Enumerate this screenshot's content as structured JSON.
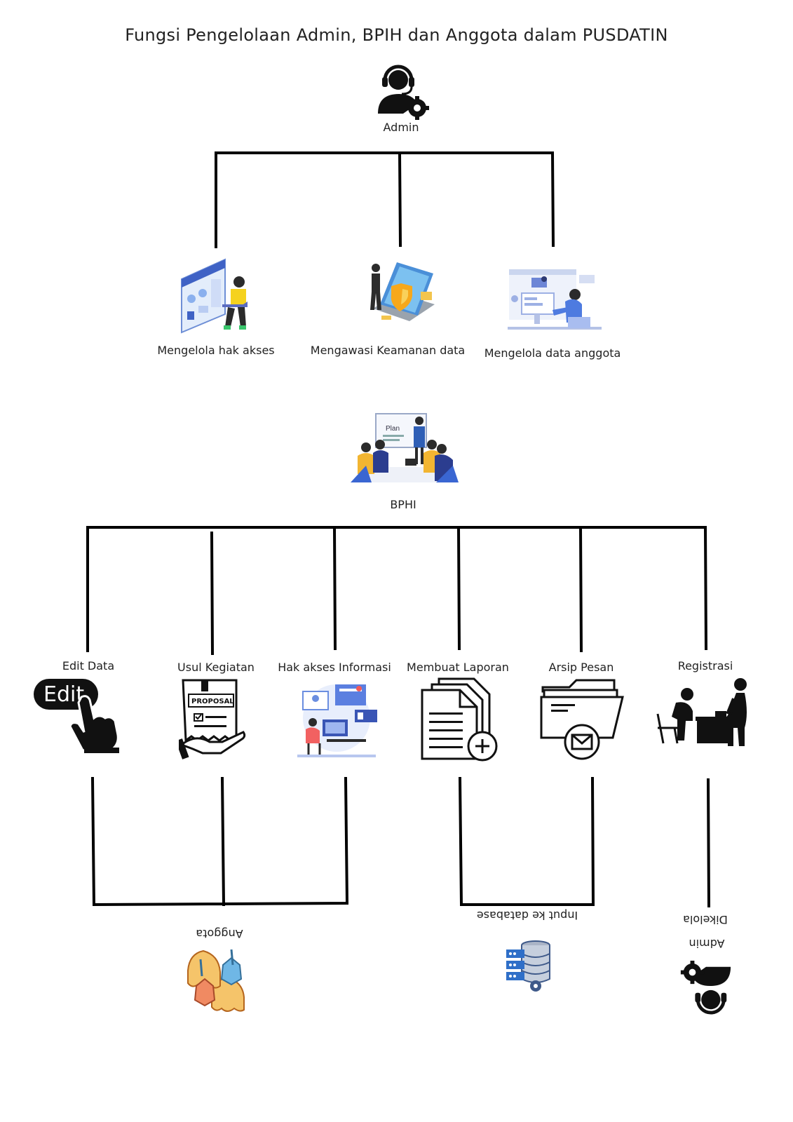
{
  "title": "Fungsi Pengelolaan Admin, BPIH dan Anggota dalam  PUSDATIN",
  "admin": {
    "label": "Admin",
    "functions": [
      {
        "label": "Mengelola hak akses"
      },
      {
        "label": "Mengawasi Keamanan data"
      },
      {
        "label": "Mengelola data anggota"
      }
    ]
  },
  "bphi": {
    "label": "BPHI",
    "board_text": "Plan",
    "functions": [
      {
        "label": "Edit Data",
        "icon_text": "Edit"
      },
      {
        "label": "Usul Kegiatan",
        "icon_text": "PROPOSAL"
      },
      {
        "label": "Hak akses Informasi"
      },
      {
        "label": "Membuat Laporan"
      },
      {
        "label": "Arsip Pesan"
      },
      {
        "label": "Registrasi"
      }
    ]
  },
  "bottom": {
    "anggota": "Anggota",
    "input_db": "Input ke database",
    "dikelola": "Dikelola",
    "admin": "Admin"
  }
}
